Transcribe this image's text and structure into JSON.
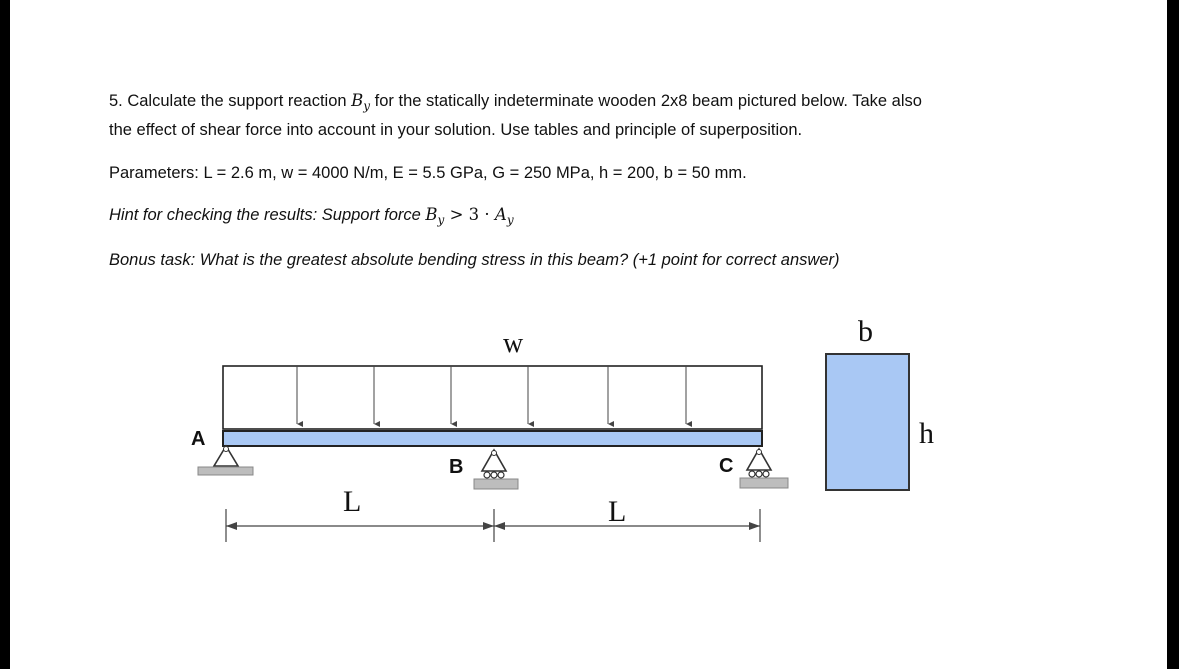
{
  "problem": {
    "line1_pre": "5. Calculate the support reaction ",
    "line1_var": "B",
    "line1_var_sub": "y",
    "line1_post": " for the statically indeterminate wooden 2x8 beam pictured below. Take also",
    "line2": "the effect of shear force into account in your solution. Use tables and principle of superposition.",
    "parameters": "Parameters: L = 2.6 m, w = 4000 N/m, E = 5.5 GPa, G = 250 MPa, h = 200, b = 50 mm.",
    "hint_text": "Hint for checking the results: Support force ",
    "hint_b": "B",
    "hint_b_sub": "y",
    "hint_op": " > 3 · ",
    "hint_a": "A",
    "hint_a_sub": "y",
    "bonus": "Bonus task: What is the greatest absolute bending stress in this beam? (+1 point for correct answer)"
  },
  "diagram": {
    "load_label": "w",
    "support_a": "A",
    "support_b": "B",
    "support_c": "C",
    "span1_label": "L",
    "span2_label": "L",
    "section_width_label": "b",
    "section_height_label": "h",
    "beam_color": "#a9c8f4",
    "support_base_color": "#bdbdbd"
  }
}
